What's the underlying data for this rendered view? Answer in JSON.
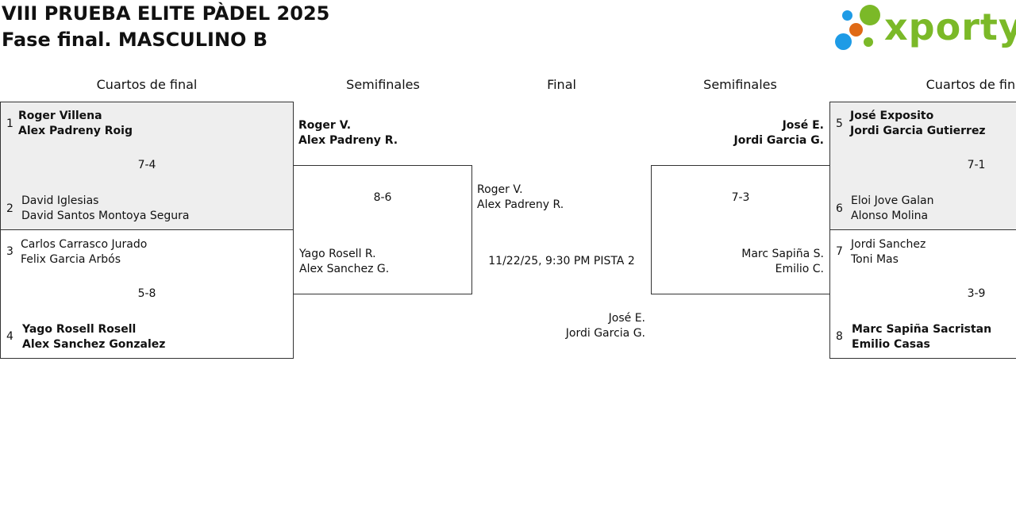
{
  "header": {
    "title": "VIII PRUEBA ELITE PÀDEL 2025",
    "subtitle": "Fase final. MASCULINO B",
    "logo_text": "xporty",
    "brand_green": "#7bb928",
    "brand_blue": "#1e9be6",
    "brand_orange": "#e06a16"
  },
  "rounds": {
    "qf_left": "Cuartos de final",
    "sf_left": "Semifinales",
    "final": "Final",
    "sf_right": "Semifinales",
    "qf_right": "Cuartos de final"
  },
  "qf_left": [
    {
      "top": {
        "seed": "1",
        "p1": "Roger Villena",
        "p2": "Alex Padreny Roig"
      },
      "bottom": {
        "seed": "2",
        "p1": "David Iglesias",
        "p2": "David Santos Montoya Segura"
      },
      "score": "7-4"
    },
    {
      "top": {
        "seed": "3",
        "p1": "Carlos Carrasco Jurado",
        "p2": "Felix Garcia Arbós"
      },
      "bottom": {
        "seed": "4",
        "p1": "Yago Rosell Rosell",
        "p2": "Alex Sanchez Gonzalez"
      },
      "score": "5-8"
    }
  ],
  "qf_right": [
    {
      "top": {
        "seed": "5",
        "p1": "José Exposito",
        "p2": "Jordi Garcia Gutierrez"
      },
      "bottom": {
        "seed": "6",
        "p1": "Eloi Jove Galan",
        "p2": "Alonso Molina"
      },
      "score": "7-1"
    },
    {
      "top": {
        "seed": "7",
        "p1": "Jordi Sanchez",
        "p2": "Toni Mas"
      },
      "bottom": {
        "seed": "8",
        "p1": "Marc Sapiña Sacristan",
        "p2": "Emilio Casas"
      },
      "score": "3-9"
    }
  ],
  "sf_left": {
    "top": {
      "p1": "Roger V.",
      "p2": "Alex Padreny R."
    },
    "bottom": {
      "p1": "Yago Rosell R.",
      "p2": "Alex Sanchez G."
    },
    "score": "8-6"
  },
  "sf_right": {
    "top": {
      "p1": "José E.",
      "p2": "Jordi Garcia G."
    },
    "bottom": {
      "p1": "Marc Sapiña S.",
      "p2": "Emilio C."
    },
    "score": "7-3"
  },
  "final": {
    "left": {
      "p1": "Roger V.",
      "p2": "Alex Padreny R."
    },
    "right": {
      "p1": "José E.",
      "p2": "Jordi Garcia G."
    },
    "schedule": "11/22/25, 9:30 PM PISTA 2"
  }
}
